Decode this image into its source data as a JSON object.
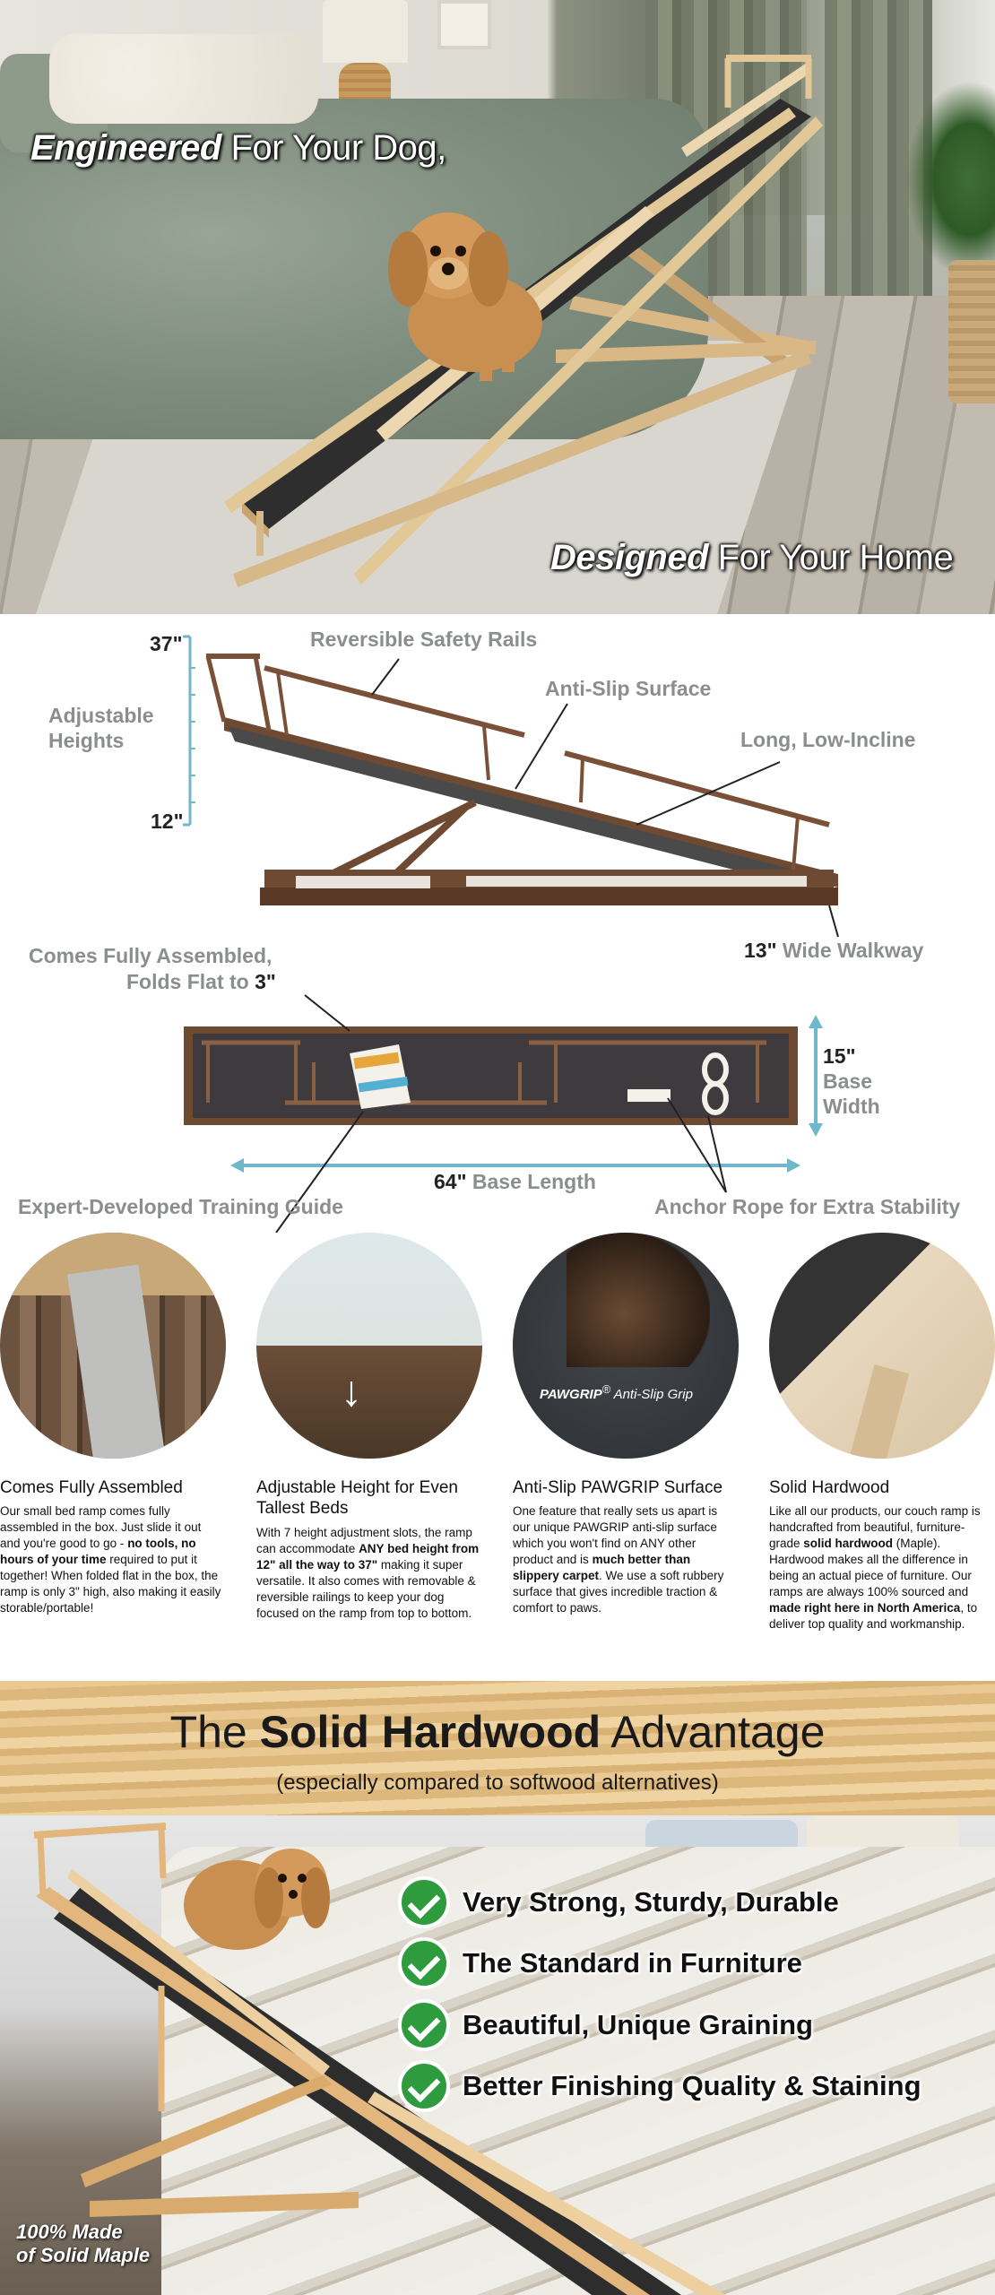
{
  "hero": {
    "line1_bold": "Engineered",
    "line1_rest": " For Your Dog,",
    "line2_bold": "Designed",
    "line2_rest": " For Your Home"
  },
  "diagram": {
    "height_max": "37\"",
    "height_min": "12\"",
    "adjustable_heights": [
      "Adjustable",
      "Heights"
    ],
    "reversible_rails": "Reversible Safety Rails",
    "anti_slip": "Anti-Slip Surface",
    "low_incline": "Long, Low-Incline",
    "walkway_num": "13\"",
    "walkway_text": " Wide Walkway",
    "assembled_line1": "Comes Fully Assembled,",
    "assembled_line2_text": "Folds Flat to ",
    "assembled_line2_num": "3\"",
    "base_width_num": "15\"",
    "base_width_line1": "Base",
    "base_width_line2": "Width",
    "base_length_num": "64\"",
    "base_length_text": " Base Length",
    "training_guide": "Expert-Developed Training Guide",
    "anchor_rope": "Anchor Rope for Extra Stability"
  },
  "features": [
    {
      "title": "Comes Fully Assembled",
      "body_html": "Our small bed ramp comes fully assembled in the box. Just slide it out and you're good to go - <b>no tools, no hours of your time</b> required to put it together! When folded flat in the box, the ramp is only 3\" high, also making it easily storable/portable!"
    },
    {
      "title": "Adjustable Height for Even Tallest Beds",
      "body_html": "With 7 height adjustment slots, the ramp can accommodate <b>ANY bed height from 12\" all the way to 37\"</b> making it super versatile. It also comes with removable &amp; reversible railings to keep your dog focused on the ramp from top to bottom."
    },
    {
      "title": "Anti-Slip PAWGRIP Surface",
      "grip_brand": "PAWGRIP",
      "grip_mark": "®",
      "grip_rest": " Anti-Slip Grip",
      "body_html": "One feature that really sets us apart is our unique PAWGRIP anti-slip surface which you won't find on ANY other product and is <b>much better than slippery carpet</b>. We use a soft rubbery surface that gives incredible traction &amp; comfort to paws."
    },
    {
      "title": "Solid Hardwood",
      "body_html": "Like all our products, our couch ramp is handcrafted from beautiful, furniture-grade <b>solid hardwood</b> (Maple). Hardwood makes all the difference in being an actual piece of furniture. Our ramps are always 100% sourced and <b>made right here in North America</b>, to deliver top quality and workmanship."
    }
  ],
  "banner": {
    "prefix": "The ",
    "bold": "Solid Hardwood",
    "suffix": " Advantage",
    "subtitle": "(especially compared to softwood alternatives)"
  },
  "benefits": [
    "Very Strong, Sturdy, Durable",
    "The Standard in Furniture",
    "Beautiful, Unique Graining",
    "Better Finishing Quality & Staining"
  ],
  "maple": [
    "100% Made",
    "of Solid Maple"
  ],
  "colors": {
    "check_green": "#2e9b3f",
    "label_gray": "#8a8f8c",
    "dim_blue": "#6fb7c9",
    "wood_brown": "#6e4a33"
  }
}
